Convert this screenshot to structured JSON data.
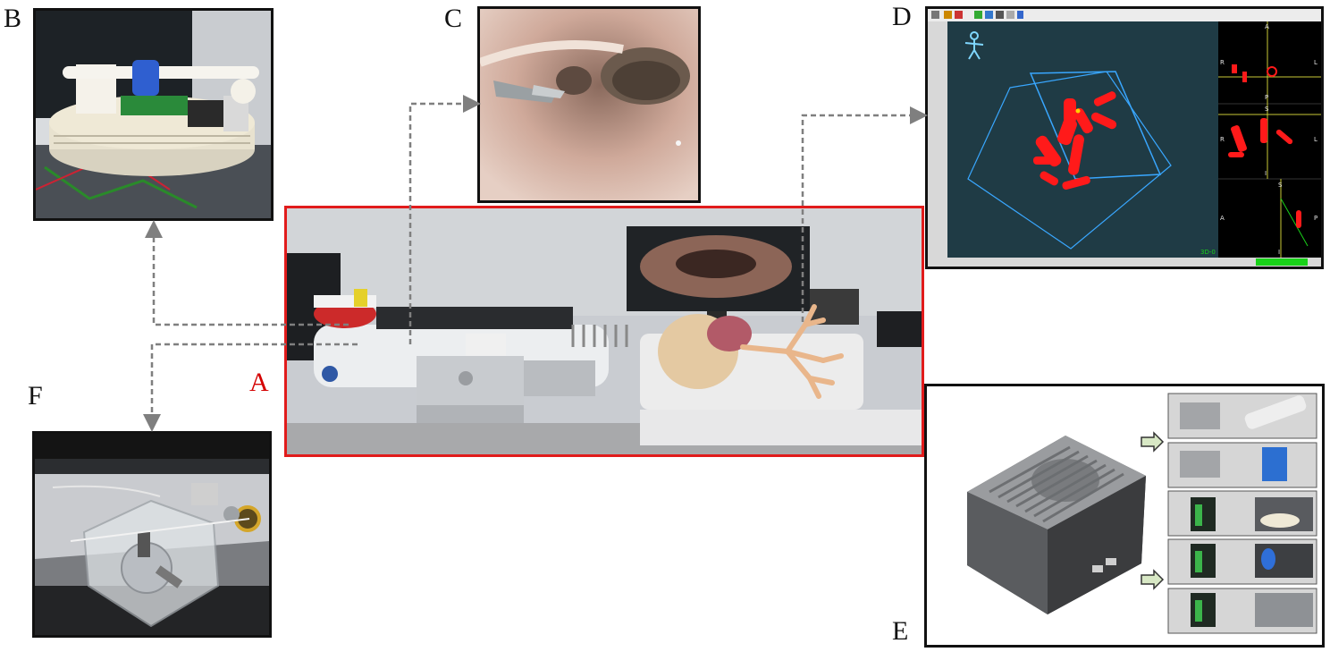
{
  "figure": {
    "labels": {
      "A": "A",
      "B": "B",
      "C": "C",
      "D": "D",
      "E": "E",
      "F": "F"
    }
  },
  "panels": {
    "A": {
      "content": "photo",
      "icon": "robot-bench-photo",
      "border_color": "#e11b1b"
    },
    "B": {
      "content": "photo",
      "icon": "rotary-actuator-photo",
      "border_color": "#111111"
    },
    "C": {
      "content": "photo",
      "icon": "endoscope-view-photo",
      "border_color": "#111111"
    },
    "D": {
      "content": "screenshot",
      "icon": "airway-navigation-software",
      "border_color": "#111111"
    },
    "E": {
      "content": "photo",
      "icon": "embedded-controller-photo",
      "border_color": "#111111"
    },
    "F": {
      "content": "photo",
      "icon": "gripper-mechanism-photo",
      "border_color": "#111111"
    }
  },
  "software_view": {
    "labels": {
      "pane1_top": "A",
      "pane1_left": "R",
      "pane1_right": "L",
      "pane1_bottom": "P",
      "pane2_top": "S",
      "pane2_left": "R",
      "pane2_right": "L",
      "pane2_bottom": "I",
      "pane3_top": "S",
      "pane3_left": "A",
      "pane3_right": "P",
      "pane3_bottom": "I",
      "view3d": "3D-0"
    },
    "colors": {
      "background": "#1f3b45",
      "airway": "#ff1a1a",
      "plane": "#39a7ff",
      "status": "#19d119"
    }
  },
  "colors": {
    "connector": "#7f7f7f",
    "highlight_border": "#e11b1b",
    "arrow_fill": "#d8e8c5"
  }
}
